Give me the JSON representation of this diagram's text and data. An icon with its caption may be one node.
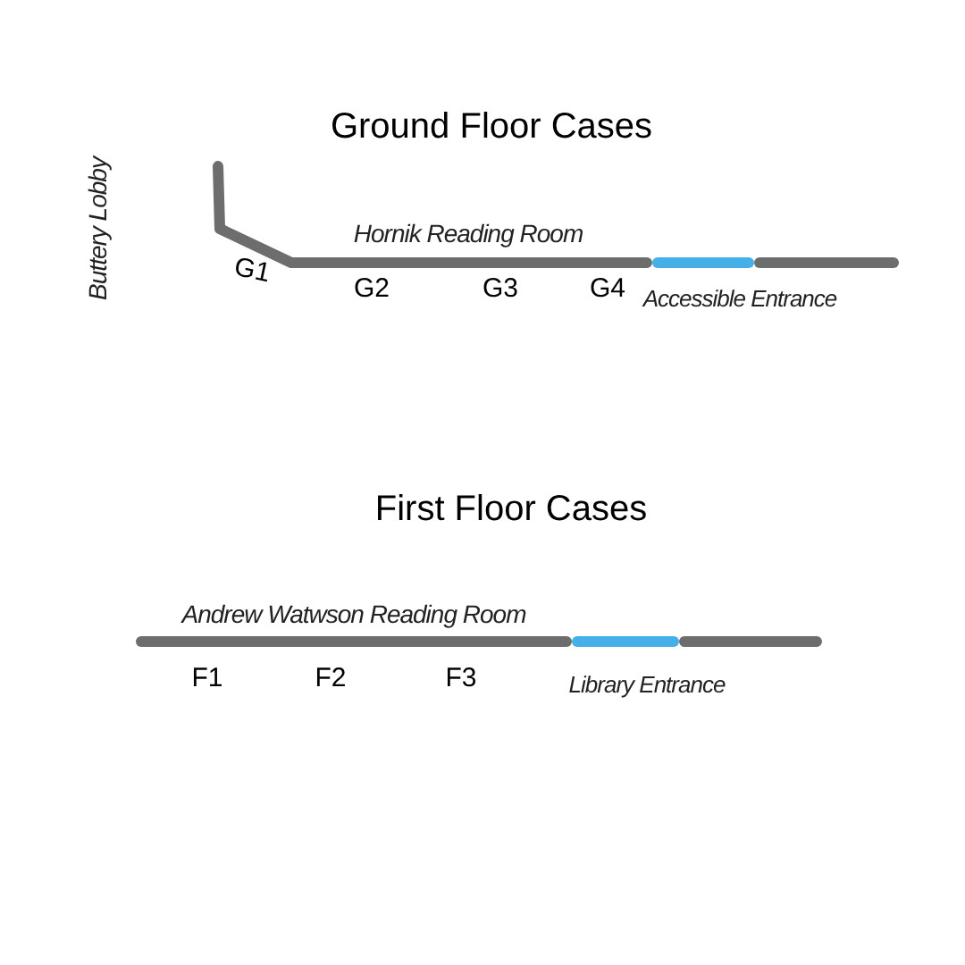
{
  "diagram": {
    "labels": [
      "Ground Floor Cases",
      "Buttery Lobby",
      "Hornik Reading Room",
      "G1",
      "G2",
      "G3",
      "G4",
      "Accessible Entrance",
      "First Floor Cases",
      "Andrew Watwson Reading Room",
      "F1",
      "F2",
      "F3",
      "Library Entrance"
    ]
  }
}
